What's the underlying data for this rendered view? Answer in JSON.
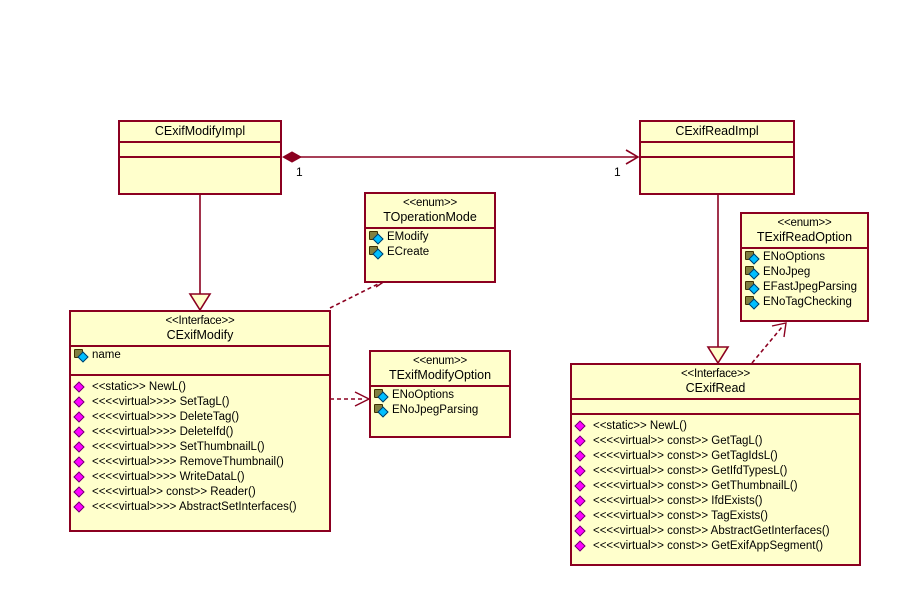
{
  "diagram": {
    "kind": "uml-class-diagram",
    "colors": {
      "class_fill": "#ffffcc",
      "class_border": "#8b0020",
      "edge": "#8b0020",
      "attribute_icon": "#00bfff",
      "operation_icon": "#ff00ff",
      "background": "#ffffff"
    },
    "classes": [
      {
        "id": "CExifModifyImpl",
        "stereotype": "",
        "name": "CExifModifyImpl",
        "attributes": [],
        "operations": []
      },
      {
        "id": "CExifReadImpl",
        "stereotype": "",
        "name": "CExifReadImpl",
        "attributes": [],
        "operations": []
      },
      {
        "id": "TOperationMode",
        "stereotype": "<<enum>>",
        "name": "TOperationMode",
        "attributes": [
          "EModify",
          "ECreate"
        ],
        "operations": []
      },
      {
        "id": "TExifReadOption",
        "stereotype": "<<enum>>",
        "name": "TExifReadOption",
        "attributes": [
          "ENoOptions",
          "ENoJpeg",
          "EFastJpegParsing",
          "ENoTagChecking"
        ],
        "operations": []
      },
      {
        "id": "TExifModifyOption",
        "stereotype": "<<enum>>",
        "name": "TExifModifyOption",
        "attributes": [
          "ENoOptions",
          "ENoJpegParsing"
        ],
        "operations": []
      },
      {
        "id": "CExifModify",
        "stereotype": "<<Interface>>",
        "name": "CExifModify",
        "attributes": [
          "name"
        ],
        "operations": [
          "<<static>> NewL()",
          "<<<<virtual>>>> SetTagL()",
          "<<<<virtual>>>> DeleteTag()",
          "<<<<virtual>>>> DeleteIfd()",
          "<<<<virtual>>>> SetThumbnailL()",
          "<<<<virtual>>>> RemoveThumbnail()",
          "<<<<virtual>>>> WriteDataL()",
          "<<<<virtual>> const>> Reader()",
          "<<<<virtual>>>> AbstractSetInterfaces()"
        ]
      },
      {
        "id": "CExifRead",
        "stereotype": "<<Interface>>",
        "name": "CExifRead",
        "attributes": [],
        "operations": [
          "<<static>> NewL()",
          "<<<<virtual>> const>> GetTagL()",
          "<<<<virtual>> const>> GetTagIdsL()",
          "<<<<virtual>> const>> GetIfdTypesL()",
          "<<<<virtual>> const>> GetThumbnailL()",
          "<<<<virtual>> const>> IfdExists()",
          "<<<<virtual>> const>> TagExists()",
          "<<<<virtual>> const>> AbstractGetInterfaces()",
          "<<<<virtual>> const>> GetExifAppSegment()"
        ]
      }
    ],
    "relationships": [
      {
        "id": "assoc-modifyimpl-readimpl",
        "type": "composition",
        "from": "CExifModifyImpl",
        "to": "CExifReadImpl",
        "from_multiplicity": "1",
        "to_multiplicity": "1"
      },
      {
        "id": "realize-modifyimpl-modify",
        "type": "generalization",
        "from": "CExifModifyImpl",
        "to": "CExifModify"
      },
      {
        "id": "realize-readimpl-read",
        "type": "generalization",
        "from": "CExifReadImpl",
        "to": "CExifRead"
      },
      {
        "id": "dep-modify-operationmode",
        "type": "dependency",
        "from": "CExifModify",
        "to": "TOperationMode"
      },
      {
        "id": "dep-modify-modifyoption",
        "type": "dependency",
        "from": "CExifModify",
        "to": "TExifModifyOption"
      },
      {
        "id": "dep-read-readoption",
        "type": "dependency",
        "from": "CExifRead",
        "to": "TExifReadOption"
      }
    ]
  }
}
